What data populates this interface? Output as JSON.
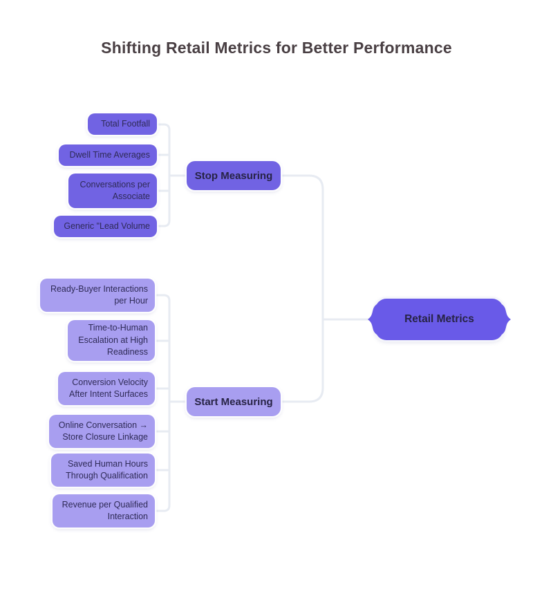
{
  "title": "Shifting Retail Metrics for Better Performance",
  "root": {
    "label": "Retail Metrics"
  },
  "branches": [
    {
      "label": "Stop Measuring",
      "children": [
        "Total Footfall",
        "Dwell Time Averages",
        "Conversations per Associate",
        "Generic \"Lead Volume"
      ]
    },
    {
      "label": "Start Measuring",
      "children": [
        "Ready-Buyer Interactions per Hour",
        "Time-to-Human Escalation at High Readiness",
        "Conversion Velocity After Intent Surfaces",
        "Online Conversation → Store Closure Linkage",
        "Saved Human Hours Through Qualification",
        "Revenue per Qualified Interaction"
      ]
    }
  ],
  "colors": {
    "stop_node": "#7163e3",
    "start_node": "#a89ef0",
    "root_node": "#695ae8",
    "connector": "#e7ebf2",
    "title_text": "#493f43",
    "node_text": "#2e2a56",
    "branch_text": "#272345"
  }
}
